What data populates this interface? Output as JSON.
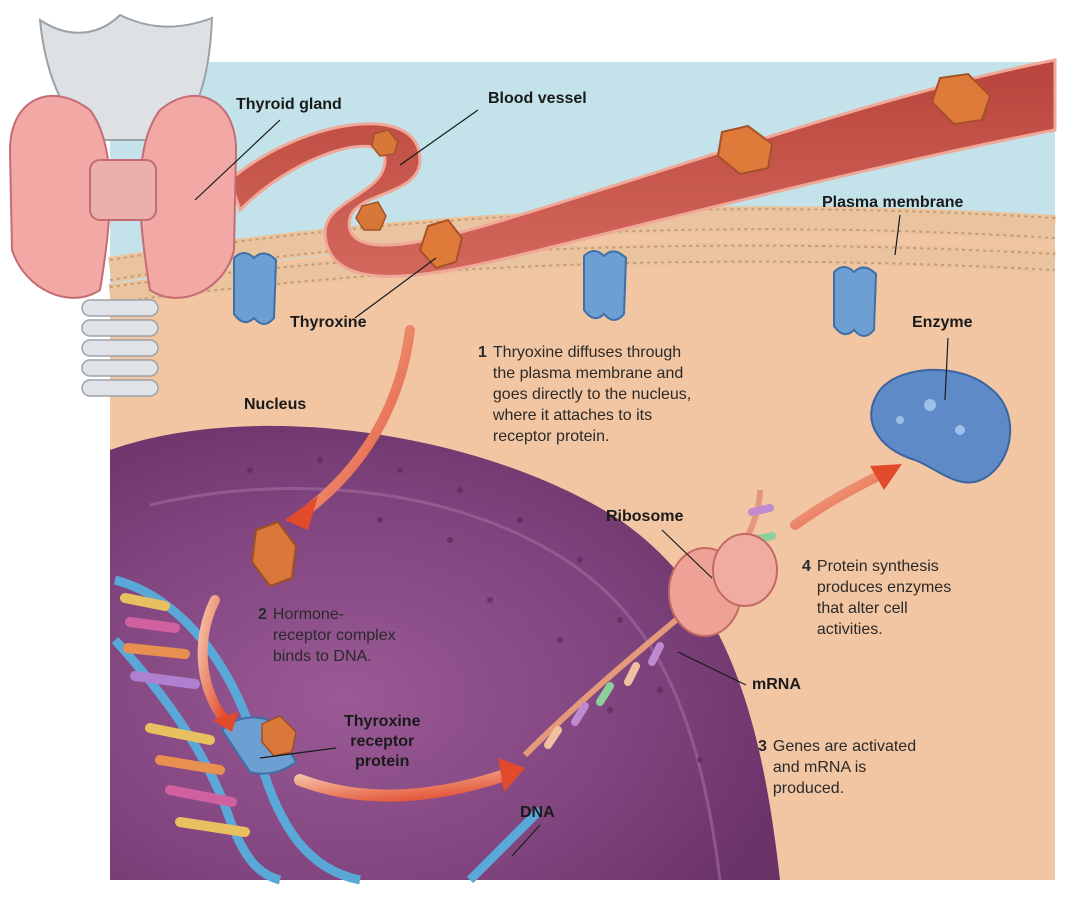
{
  "labels": {
    "thyroid_gland": "Thyroid gland",
    "blood_vessel": "Blood vessel",
    "plasma_membrane": "Plasma membrane",
    "thyroxine": "Thyroxine",
    "enzyme": "Enzyme",
    "nucleus": "Nucleus",
    "ribosome": "Ribosome",
    "mrna": "mRNA",
    "thyroxine_receptor_protein": [
      "Thyroxine",
      "receptor",
      "protein"
    ],
    "dna": "DNA"
  },
  "steps": [
    {
      "number": "1",
      "lines": [
        "Thryoxine diffuses through",
        "the plasma membrane and",
        "goes directly to the nucleus,",
        "where it attaches to its",
        "receptor protein."
      ]
    },
    {
      "number": "2",
      "lines": [
        "Hormone-",
        "receptor complex",
        "binds to DNA."
      ]
    },
    {
      "number": "3",
      "lines": [
        "Genes are activated",
        "and mRNA is",
        "produced."
      ]
    },
    {
      "number": "4",
      "lines": [
        "Protein synthesis",
        "produces enzymes",
        "that alter cell",
        "activities."
      ]
    }
  ],
  "colors": {
    "sky": "#bfe0ea",
    "cytoplasm": "#f2c8a6",
    "nucleus": "#8a4a86",
    "blood_vessel": "#c4544a",
    "thyroxine": "#d9783a",
    "receptor": "#6f9fd4",
    "arrow": "#e8603c"
  }
}
